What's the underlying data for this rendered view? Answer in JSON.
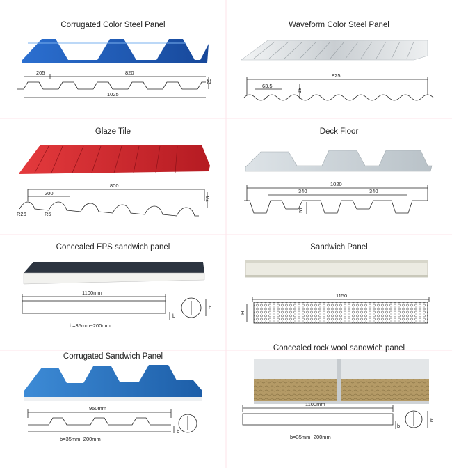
{
  "panels": [
    {
      "title": "Corrugated Color Steel Panel",
      "dims": {
        "left": "205",
        "middle": "820",
        "height": "25",
        "total": "1025"
      },
      "color": "#1e5fb7"
    },
    {
      "title": "Waveform Color Steel Panel",
      "dims": {
        "top": "825",
        "pitch": "63.5",
        "height": "18"
      },
      "color": "#dfe3e6"
    },
    {
      "title": "Glaze Tile",
      "dims": {
        "top": "800",
        "left": "200",
        "height": "28",
        "r1": "R26",
        "r2": "R5"
      },
      "color": "#d8272f"
    },
    {
      "title": "Deck Floor",
      "dims": {
        "total": "1020",
        "left": "340",
        "right": "340",
        "height": "51"
      },
      "color": "#cfd6db"
    },
    {
      "title": "Concealed EPS sandwich panel",
      "dims": {
        "width": "1100mm",
        "range": "b=35mm~200mm",
        "b": "b"
      },
      "color": "#2c3440"
    },
    {
      "title": "Sandwich Panel",
      "dims": {
        "width": "1150",
        "h": "H"
      },
      "color": "#ecebe2"
    },
    {
      "title": "Corrugated Sandwich Panel",
      "dims": {
        "width": "950mm",
        "range": "b=35mm~200mm",
        "b": "b"
      },
      "color": "#2c79c8"
    },
    {
      "title": "Concealed rock wool sandwich panel",
      "dims": {
        "width": "1100mm",
        "range": "b=35mm~200mm",
        "b": "b"
      },
      "color": "#e3e6e8"
    }
  ]
}
